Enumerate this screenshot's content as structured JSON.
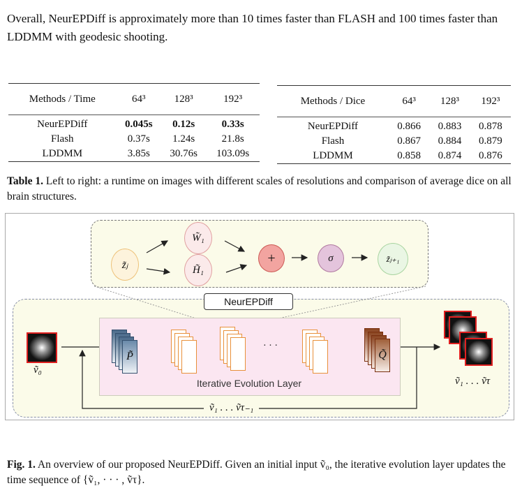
{
  "intro": "Overall, NeurEPDiff is approximately more than 10 times faster than FLASH and 100 times faster than LDDMM with geodesic shooting.",
  "table_time": {
    "header": [
      "Methods / Time",
      "64³",
      "128³",
      "192³"
    ],
    "rows": [
      [
        "NeurEPDiff",
        "0.045s",
        "0.12s",
        "0.33s"
      ],
      [
        "Flash",
        "0.37s",
        "1.24s",
        "21.8s"
      ],
      [
        "LDDMM",
        "3.85s",
        "30.76s",
        "103.09s"
      ]
    ]
  },
  "table_dice": {
    "header": [
      "Methods / Dice",
      "64³",
      "128³",
      "192³"
    ],
    "rows": [
      [
        "NeurEPDiff",
        "0.866",
        "0.883",
        "0.878"
      ],
      [
        "Flash",
        "0.867",
        "0.884",
        "0.879"
      ],
      [
        "LDDMM",
        "0.858",
        "0.874",
        "0.876"
      ]
    ]
  },
  "table_caption": {
    "label": "Table 1.",
    "text": " Left to right: a runtime on images with different scales of resolutions and comparison of average dice on all brain structures."
  },
  "diagram": {
    "z_j": "z̃ⱼ",
    "W1": "W̃₁",
    "H1": "H̃₁",
    "plus": "+",
    "sigma": "σ",
    "z_next": "z̃ⱼ₊₁",
    "module": "NeurEPDiff",
    "P": "P̃",
    "Q": "Q̃",
    "dots": "· · ·",
    "layer": "Iterative Evolution Layer",
    "v0": "ṽ₀",
    "outputs": "ṽ₁ . . . ṽτ",
    "feedback": "ṽ₁ . . . ṽτ₋₁"
  },
  "fig_caption": {
    "label": "Fig. 1.",
    "text": " An overview of our proposed NeurEPDiff. Given an initial input ṽ₀, the iterative evolution layer updates the time sequence of {ṽ₁, · · · , ṽτ}."
  }
}
